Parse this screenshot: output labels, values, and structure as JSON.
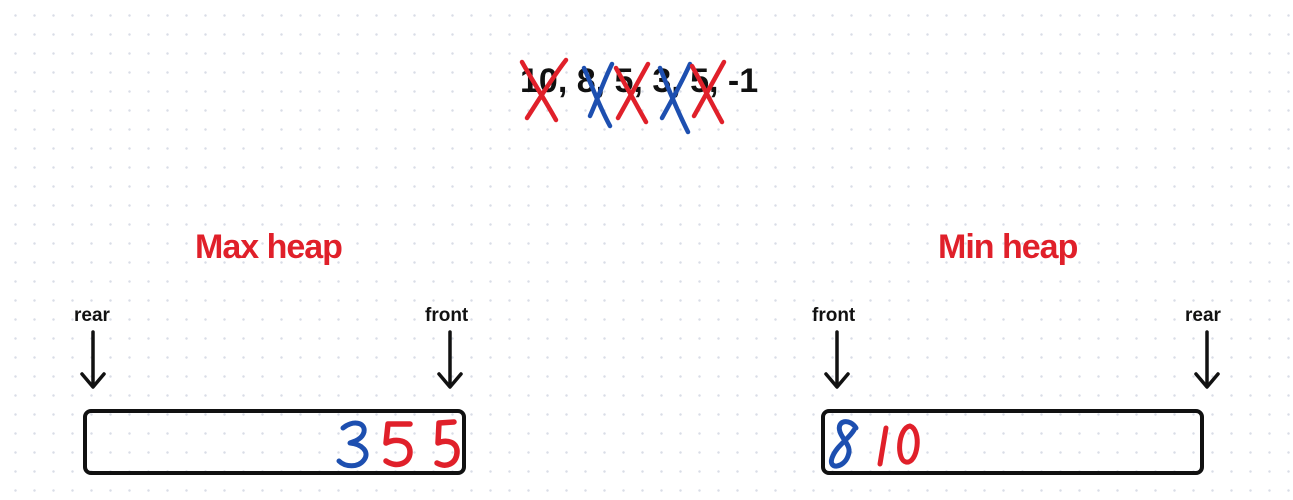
{
  "sequence": {
    "text": "10, 8, 5, 3, 5, -1",
    "crossed_red_color": "#e0202a",
    "crossed_blue_color": "#1d4fb0"
  },
  "max_heap": {
    "title": "Max heap",
    "title_color": "#e0202a",
    "left_label": "rear",
    "right_label": "front",
    "contents": [
      {
        "value": "3",
        "color": "#1d4fb0"
      },
      {
        "value": "5",
        "color": "#e0202a"
      },
      {
        "value": "5",
        "color": "#e0202a"
      }
    ]
  },
  "min_heap": {
    "title": "Min heap",
    "title_color": "#e0202a",
    "left_label": "front",
    "right_label": "rear",
    "contents": [
      {
        "value": "8",
        "color": "#1d4fb0"
      },
      {
        "value": "10",
        "color": "#e0202a"
      }
    ]
  },
  "colors": {
    "ink": "#111111",
    "red": "#e0202a",
    "blue": "#1d4fb0"
  }
}
